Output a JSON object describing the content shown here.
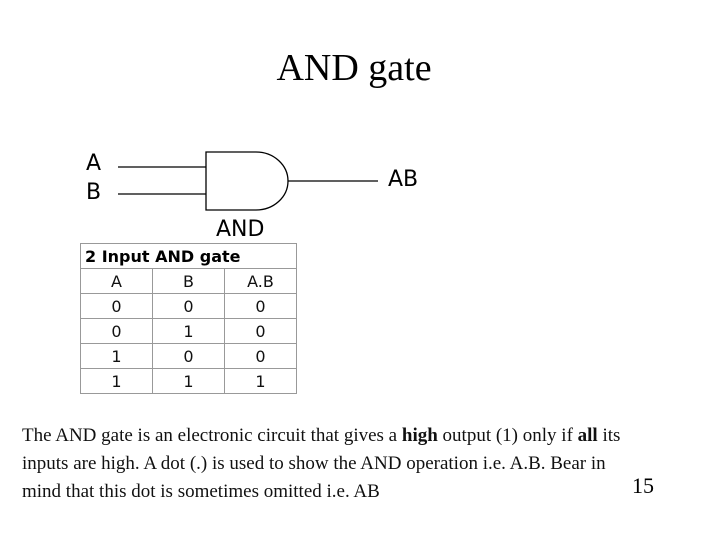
{
  "slide": {
    "title": "AND gate",
    "page_number": "15"
  },
  "diagram": {
    "input_a": "A",
    "input_b": "B",
    "output": "AB",
    "gate_label": "AND"
  },
  "truth_table": {
    "caption": "2 Input AND gate",
    "headers": [
      "A",
      "B",
      "A.B"
    ],
    "rows": [
      [
        "0",
        "0",
        "0"
      ],
      [
        "0",
        "1",
        "0"
      ],
      [
        "1",
        "0",
        "0"
      ],
      [
        "1",
        "1",
        "1"
      ]
    ]
  },
  "paragraph": {
    "line1_pre": "The AND gate is an electronic circuit that gives a ",
    "line1_bold1": "high",
    "line1_mid": " output (1) only if ",
    "line1_bold2": "all",
    "line1_post": " its",
    "line2": "inputs are high.  A dot (.) is used to show the AND operation i.e. A.B.  Bear in",
    "line3": "mind that this dot is sometimes omitted i.e. AB"
  }
}
